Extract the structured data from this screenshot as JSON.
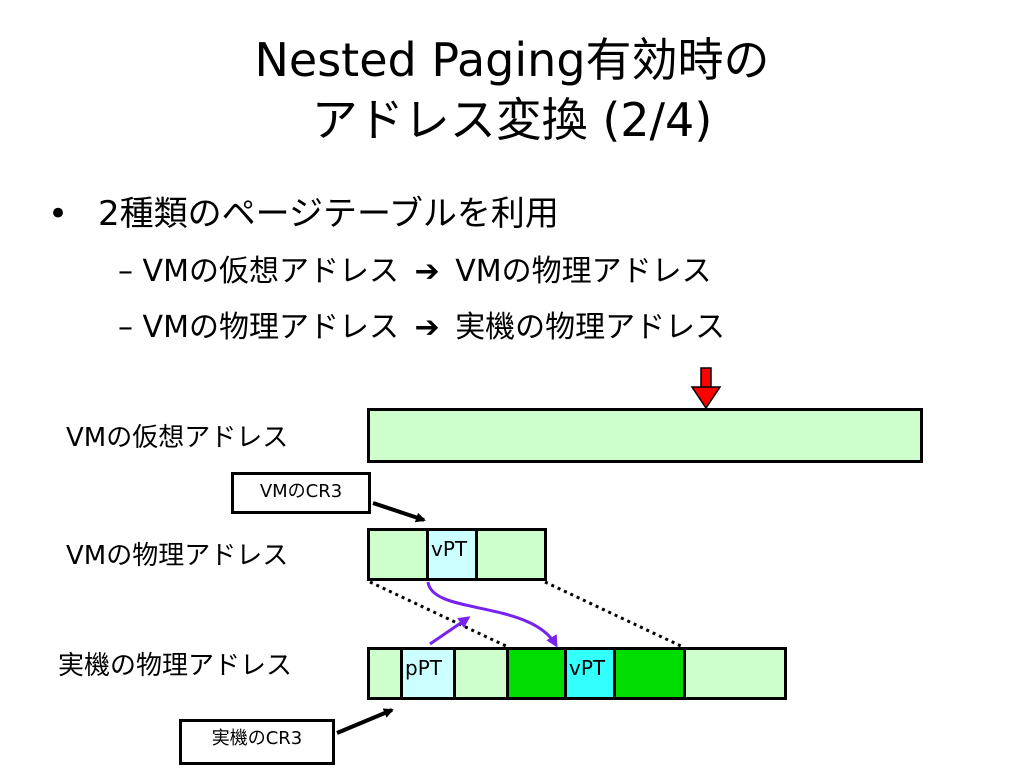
{
  "title": {
    "line1": "Nested Paging有効時の",
    "line2": "アドレス変換 (2/4)"
  },
  "bullet": {
    "marker": "•",
    "text": "2種類のページテーブルを利用"
  },
  "sub_items": [
    {
      "dash": "–",
      "from": "VMの仮想アドレス",
      "arrow": "➔",
      "to": "VMの物理アドレス"
    },
    {
      "dash": "–",
      "from": "VMの物理アドレス",
      "arrow": "➔",
      "to": "実機の物理アドレス"
    }
  ],
  "diagram": {
    "row_labels": {
      "vm_virtual": "VMの仮想アドレス",
      "vm_physical": "VMの物理アドレス",
      "host_physical": "実機の物理アドレス"
    },
    "registers": {
      "vm_cr3": "VMのCR3",
      "host_cr3": "実機のCR3"
    },
    "cells": {
      "vpt": "vPT",
      "ppt": "pPT",
      "host_vpt": "vPT"
    },
    "colors": {
      "light_green": "#ccffcc",
      "bright_green": "#00dd00",
      "light_cyan": "#ccffff",
      "cyan": "#33ffff",
      "red_arrow": "#ff0000",
      "purple_arrow": "#7722ee"
    }
  }
}
